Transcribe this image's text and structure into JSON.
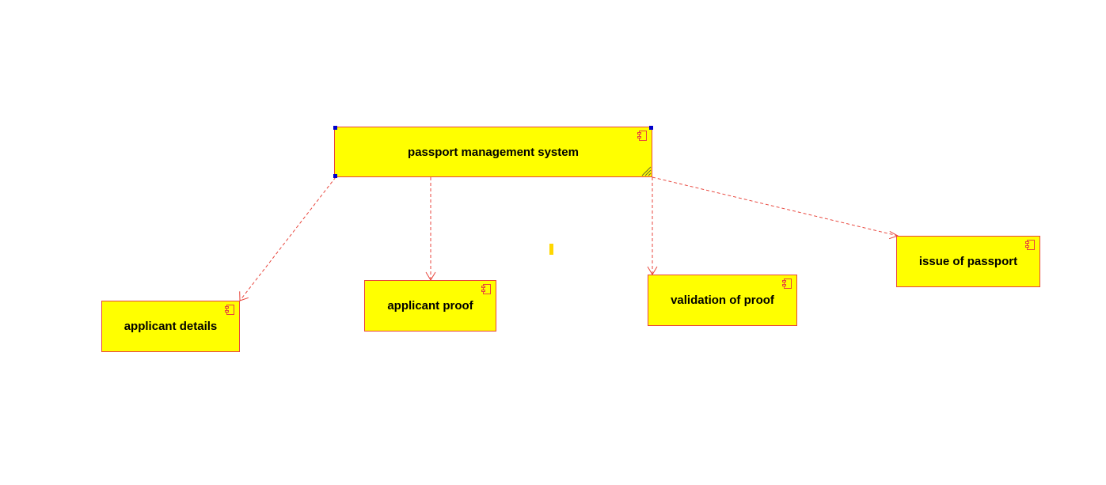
{
  "diagram": {
    "type": "uml-component-diagram",
    "colors": {
      "component_fill": "#ffff00",
      "component_border": "#e8453c",
      "dependency_line": "#e8453c",
      "selection_handle": "#0000cc"
    },
    "root": {
      "label": "passport management system",
      "icon": "component-icon",
      "selected": true
    },
    "components": [
      {
        "id": "applicant-details",
        "label": "applicant details",
        "icon": "component-icon"
      },
      {
        "id": "applicant-proof",
        "label": "applicant proof",
        "icon": "component-icon"
      },
      {
        "id": "validation-of-proof",
        "label": "validation of proof",
        "icon": "component-icon"
      },
      {
        "id": "issue-of-passport",
        "label": "issue of passport",
        "icon": "component-icon"
      }
    ],
    "dependencies": [
      {
        "from": "passport management system",
        "to": "applicant details",
        "style": "dashed-open-arrow"
      },
      {
        "from": "passport management system",
        "to": "applicant proof",
        "style": "dashed-open-arrow"
      },
      {
        "from": "passport management system",
        "to": "validation of proof",
        "style": "dashed-open-arrow"
      },
      {
        "from": "passport management system",
        "to": "issue of passport",
        "style": "dashed-open-arrow"
      }
    ]
  }
}
